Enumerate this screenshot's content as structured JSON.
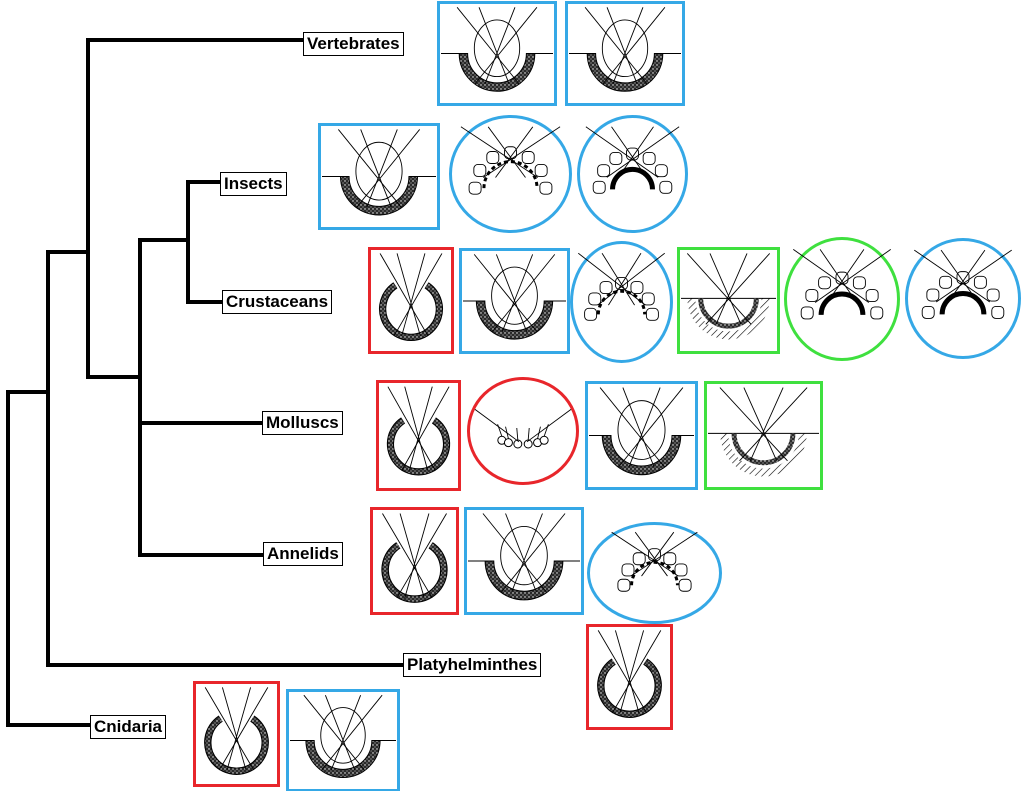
{
  "colors": {
    "lens_eye": "#e8262b",
    "refracting_eye": "#35a8e6",
    "reflecting_eye": "#3fe03f",
    "branch": "#000000"
  },
  "taxa": [
    {
      "id": "vertebrates",
      "label": "Vertebrates",
      "eyes": [
        {
          "frame": "square",
          "color": "refracting_eye",
          "kind": "camera"
        },
        {
          "frame": "square",
          "color": "refracting_eye",
          "kind": "camera"
        }
      ]
    },
    {
      "id": "insects",
      "label": "Insects",
      "eyes": [
        {
          "frame": "square",
          "color": "refracting_eye",
          "kind": "camera"
        },
        {
          "frame": "circle",
          "color": "refracting_eye",
          "kind": "compound-apposition"
        },
        {
          "frame": "circle",
          "color": "refracting_eye",
          "kind": "compound-superposition"
        }
      ]
    },
    {
      "id": "crustaceans",
      "label": "Crustaceans",
      "eyes": [
        {
          "frame": "square",
          "color": "lens_eye",
          "kind": "pit"
        },
        {
          "frame": "square",
          "color": "refracting_eye",
          "kind": "camera"
        },
        {
          "frame": "circle",
          "color": "refracting_eye",
          "kind": "compound-apposition"
        },
        {
          "frame": "square",
          "color": "reflecting_eye",
          "kind": "mirror"
        },
        {
          "frame": "circle",
          "color": "reflecting_eye",
          "kind": "compound-superposition"
        },
        {
          "frame": "circle",
          "color": "refracting_eye",
          "kind": "compound-superposition"
        }
      ]
    },
    {
      "id": "molluscs",
      "label": "Molluscs",
      "eyes": [
        {
          "frame": "square",
          "color": "lens_eye",
          "kind": "pit"
        },
        {
          "frame": "circle",
          "color": "lens_eye",
          "kind": "convex"
        },
        {
          "frame": "square",
          "color": "refracting_eye",
          "kind": "camera"
        },
        {
          "frame": "square",
          "color": "reflecting_eye",
          "kind": "mirror"
        }
      ]
    },
    {
      "id": "annelids",
      "label": "Annelids",
      "eyes": [
        {
          "frame": "square",
          "color": "lens_eye",
          "kind": "pit"
        },
        {
          "frame": "square",
          "color": "refracting_eye",
          "kind": "camera"
        },
        {
          "frame": "circle",
          "color": "refracting_eye",
          "kind": "compound-apposition"
        }
      ]
    },
    {
      "id": "platyhelminthes",
      "label": "Platyhelminthes",
      "eyes": [
        {
          "frame": "square",
          "color": "lens_eye",
          "kind": "pit"
        }
      ]
    },
    {
      "id": "cnidaria",
      "label": "Cnidaria",
      "eyes": [
        {
          "frame": "square",
          "color": "lens_eye",
          "kind": "pit"
        },
        {
          "frame": "square",
          "color": "refracting_eye",
          "kind": "camera"
        }
      ]
    }
  ]
}
